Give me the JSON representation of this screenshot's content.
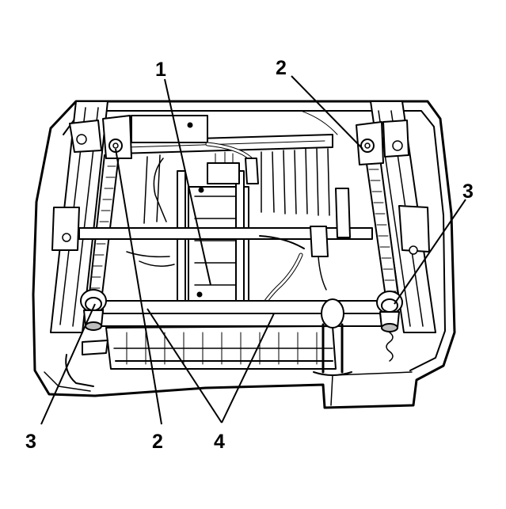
{
  "diagram": {
    "callouts": [
      {
        "label": "1"
      },
      {
        "label": "2"
      },
      {
        "label": "3"
      },
      {
        "label": "3"
      },
      {
        "label": "2"
      },
      {
        "label": "4"
      }
    ]
  }
}
